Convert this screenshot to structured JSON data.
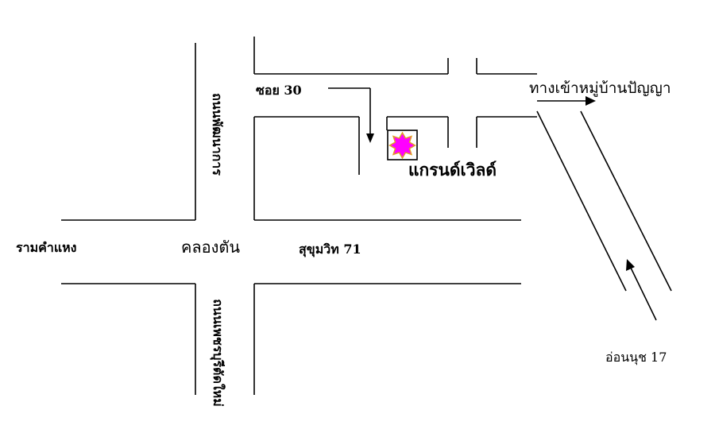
{
  "labels": {
    "soi30": "ซอย 30",
    "entrance": "ทางเข้าหมู่บ้านปัญญา",
    "grand_world": "แกรนด์เวิลด์",
    "ramkhamhaeng": "รามคำแหง",
    "khlong_tan": "คลองตัน",
    "sukhumvit71": "สุขุมวิท 71",
    "on_nut17": "อ่อนนุช 17",
    "road_north": "ถนนพัฒนาการ",
    "road_south": "ถนนเพชรบุรีตัดใหม่"
  },
  "colors": {
    "marker_fill": "#ff00ff",
    "marker_outline": "#e0a020",
    "line": "#000000"
  },
  "icons": {
    "marker": "star-burst-icon",
    "arrow": "direction-arrow-icon"
  }
}
